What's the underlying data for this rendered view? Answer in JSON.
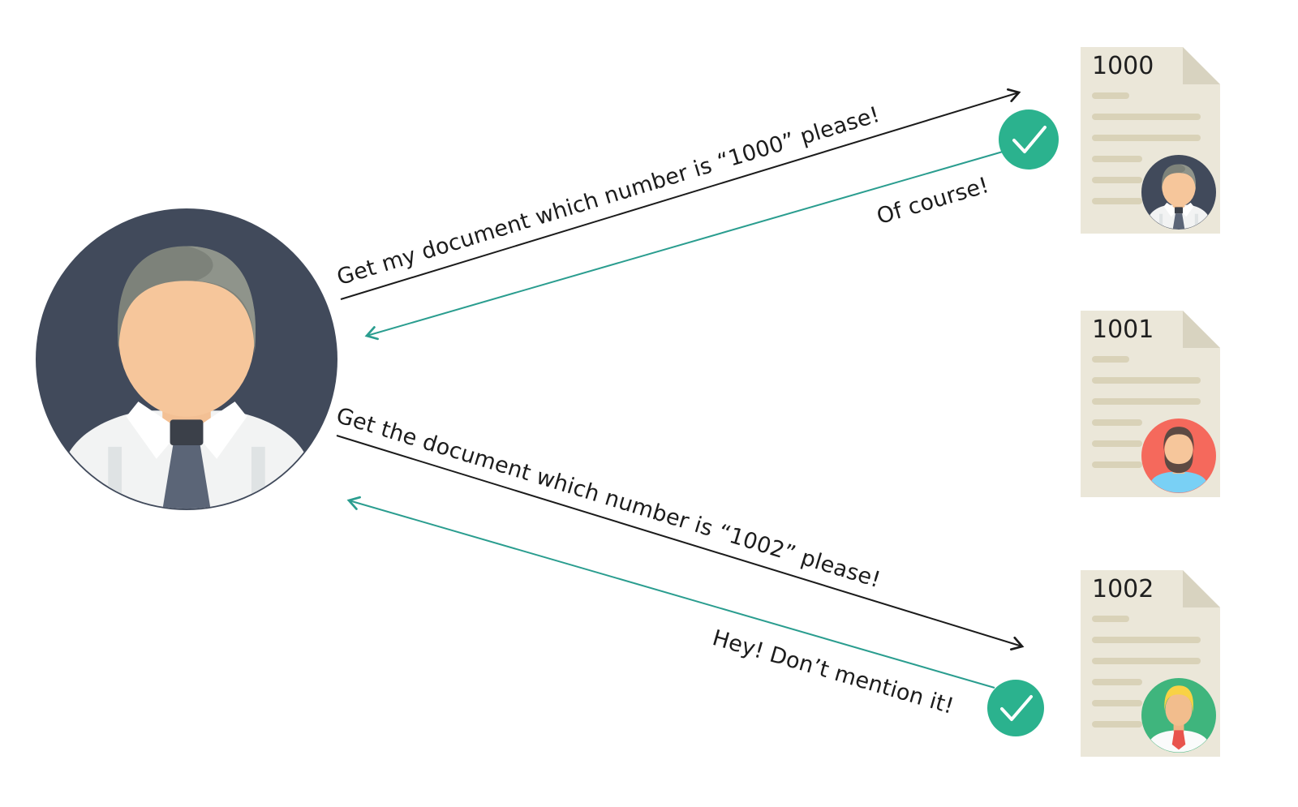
{
  "messages": {
    "request_1000": "Get my document which number is “1000” please!",
    "reply_1000": "Of course!",
    "request_1002": "Get the document which number is “1002” please!",
    "reply_1002": "Hey! Don’t mention it!"
  },
  "documents": [
    {
      "number": "1000",
      "owner_avatar": "businessman-navy"
    },
    {
      "number": "1001",
      "owner_avatar": "bearded-man-red"
    },
    {
      "number": "1002",
      "owner_avatar": "blond-man-green"
    }
  ],
  "icons": {
    "reply_badge": "checkmark-circle"
  },
  "colors": {
    "request_arrow": "#1b1b1b",
    "reply_arrow": "#2a9d8f",
    "check_circle": "#2bb28e",
    "document_paper": "#ebe7d9",
    "document_fold": "#d8d3c0",
    "document_line": "#d9d2b8",
    "user_background": "#414a5b",
    "text": "#1c1c1c"
  }
}
